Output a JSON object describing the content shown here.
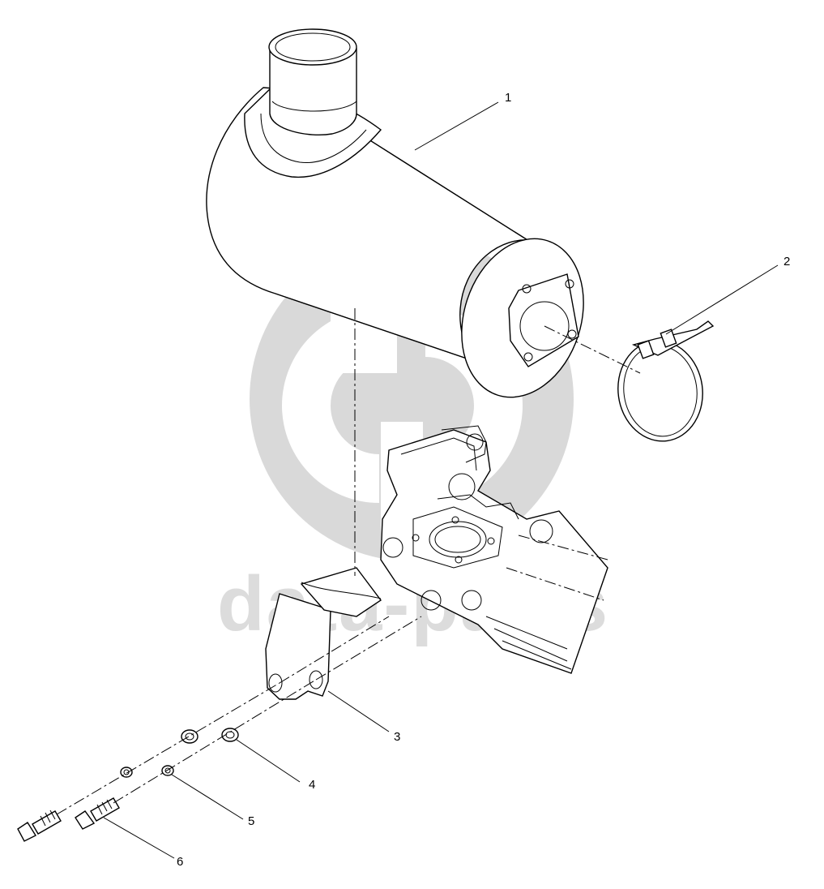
{
  "watermark": {
    "text": "data-parts",
    "color": "#d9d9d9"
  },
  "callouts": [
    {
      "number": "1",
      "part": "muffler"
    },
    {
      "number": "2",
      "part": "clamp"
    },
    {
      "number": "3",
      "part": "bracket"
    },
    {
      "number": "4",
      "part": "washer"
    },
    {
      "number": "5",
      "part": "lock-washer"
    },
    {
      "number": "6",
      "part": "bolt"
    }
  ]
}
